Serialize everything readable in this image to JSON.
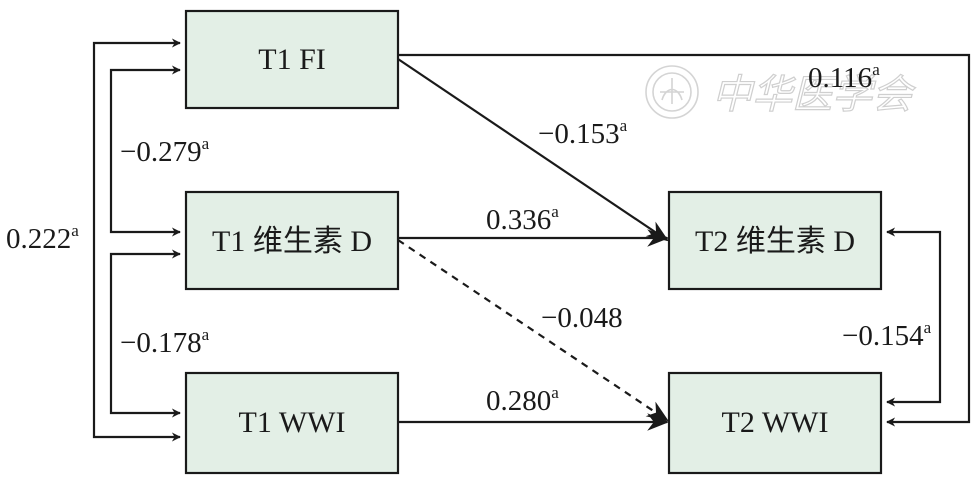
{
  "nodes": {
    "t1_fi": "T1 FI",
    "t1_vitd": "T1 维生素 D",
    "t1_wwi": "T1 WWI",
    "t2_vitd": "T2 维生素 D",
    "t2_wwi": "T2 WWI"
  },
  "coefficients": {
    "fi_vitd_cov": {
      "value": "−0.279",
      "sup": "a"
    },
    "fi_wwi_cov": {
      "value": "0.222",
      "sup": "a"
    },
    "vitd_wwi_cov": {
      "value": "−0.178",
      "sup": "a"
    },
    "fi_to_t2vitd": {
      "value": "−0.153",
      "sup": "a"
    },
    "fi_to_t2wwi": {
      "value": "0.116",
      "sup": "a"
    },
    "vitd_to_t2vitd": {
      "value": "0.336",
      "sup": "a"
    },
    "vitd_to_t2wwi": {
      "value": "−0.048",
      "sup": ""
    },
    "wwi_to_t2wwi": {
      "value": "0.280",
      "sup": "a"
    },
    "t2_cov": {
      "value": "−0.154",
      "sup": "a"
    }
  },
  "watermark": {
    "text": "中华医学会",
    "icon": "seal-emblem"
  },
  "colors": {
    "box_fill": "#e3efe6",
    "stroke": "#1a1a1a"
  }
}
